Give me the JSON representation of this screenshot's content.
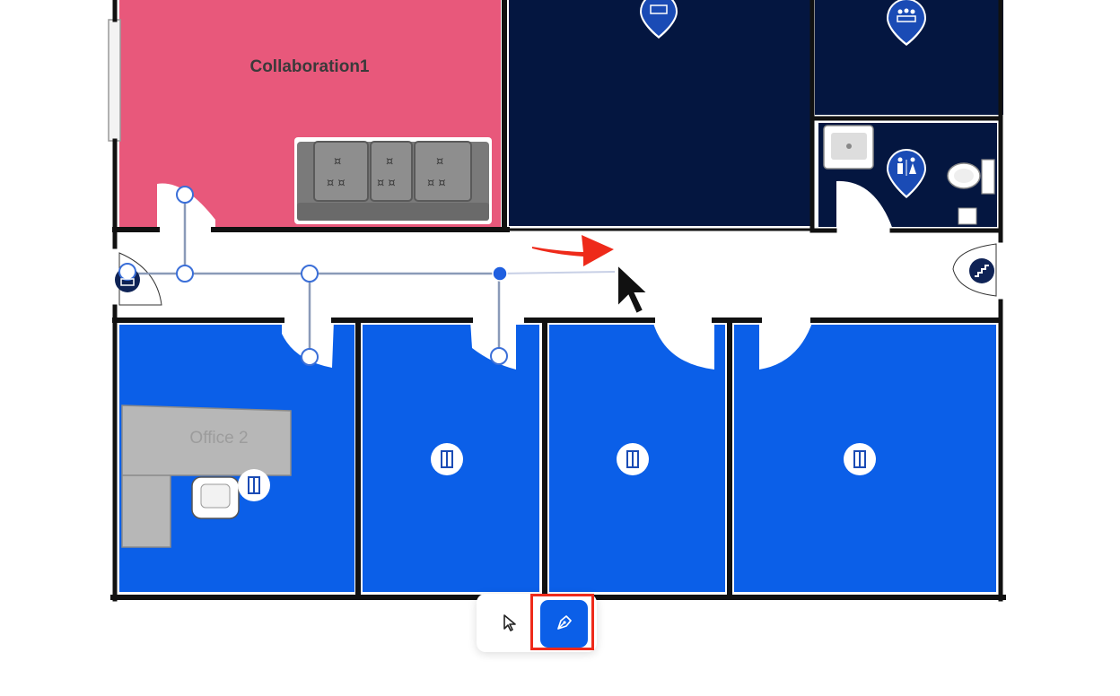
{
  "rooms": {
    "collaboration": {
      "label": "Collaboration1",
      "color": "#e8587b"
    },
    "office2": {
      "label": "Office 2",
      "color": "#0b5fe8"
    }
  },
  "colors": {
    "navy_room": "#041640",
    "blue_room": "#0b5fe8",
    "corridor": "#ffffff",
    "wall": "#111111",
    "route_line": "#8a9ab8",
    "route_node": "#3b6fd8",
    "active_node": "#1f5fe0",
    "annotation_arrow": "#ee2a1a",
    "toolbar_active": "#0b5fe8"
  },
  "icons": [
    "meeting-room-pin-icon",
    "restroom-pin-icon",
    "door-icon",
    "stairs-icon",
    "desk-icon",
    "select-arrow-icon",
    "pen-path-icon"
  ],
  "toolbar": {
    "tools": [
      {
        "name": "select",
        "active": false
      },
      {
        "name": "path",
        "active": true
      }
    ]
  }
}
